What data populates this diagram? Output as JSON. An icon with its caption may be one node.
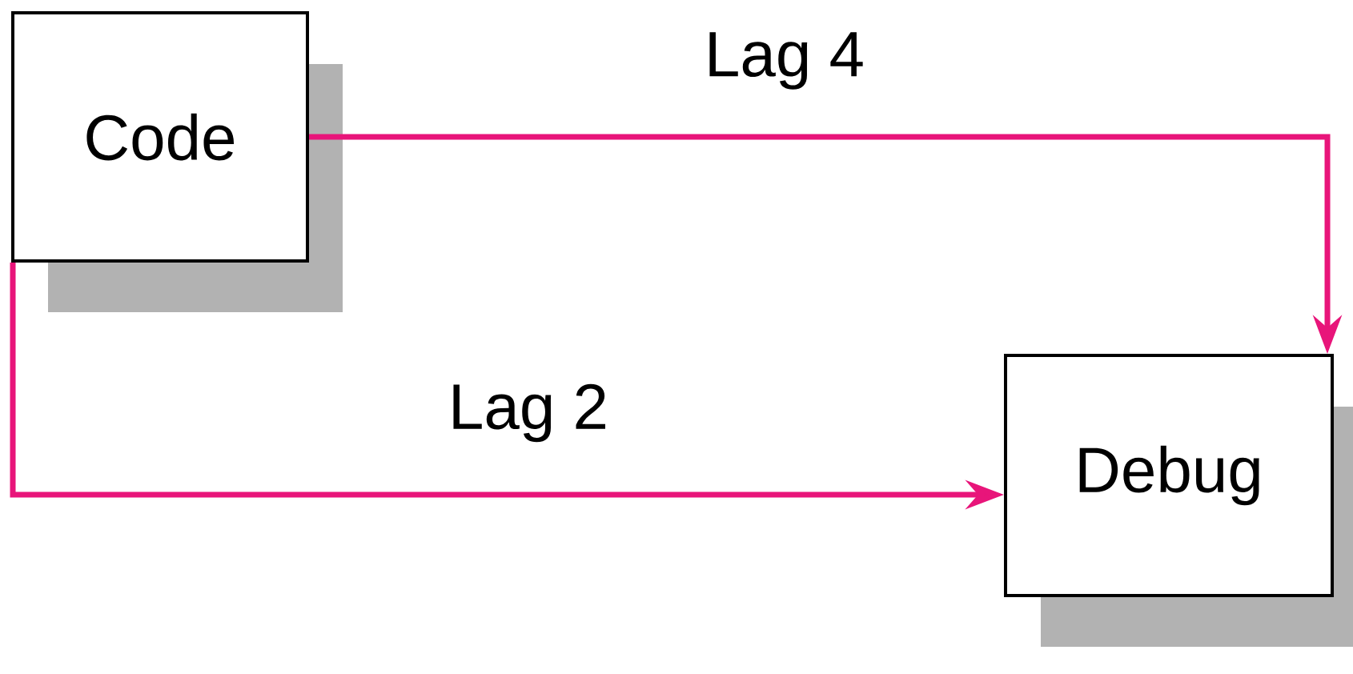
{
  "diagram": {
    "nodes": [
      {
        "text": [
          "Code"
        ]
      },
      {
        "text": [
          "Debug"
        ]
      }
    ],
    "edges": [
      {
        "from": 0,
        "to": 1,
        "arrow": "to",
        "label": "Lag 4"
      },
      {
        "from": 0,
        "to": 1,
        "arrow": "to",
        "label": "Lag 2"
      }
    ]
  }
}
